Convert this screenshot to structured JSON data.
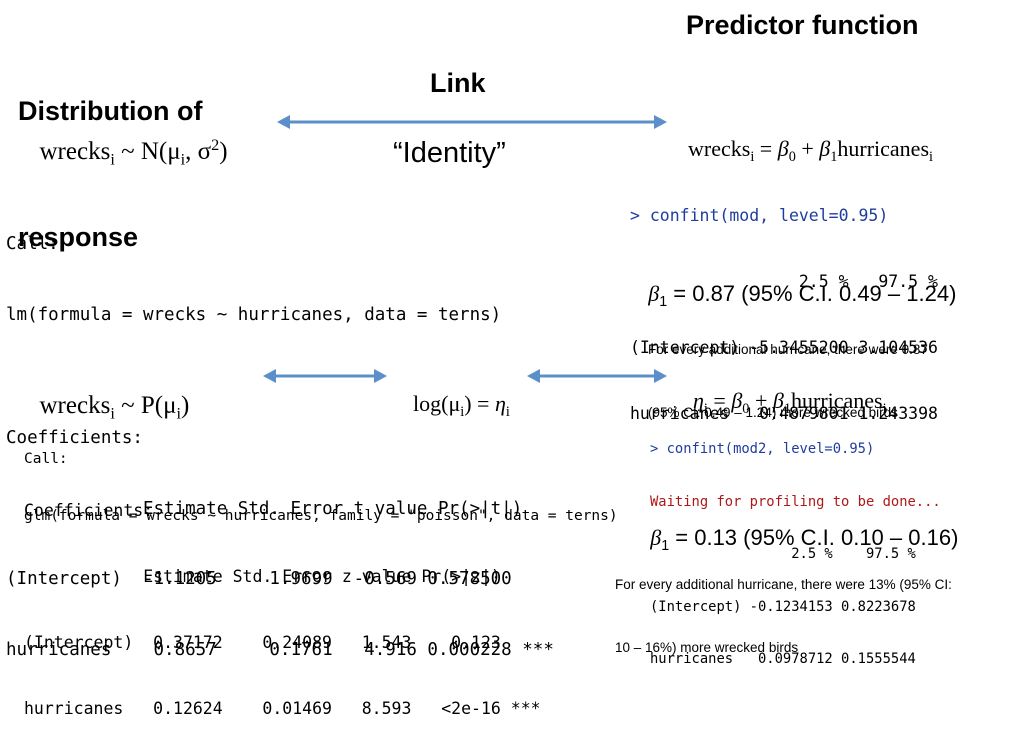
{
  "headings": {
    "distribution_line1": "Distribution of",
    "distribution_line2": "response",
    "predictor": "Predictor function",
    "link": "Link",
    "identity": "“Identity”"
  },
  "normal_model": {
    "dist_main": "wrecks",
    "dist_sub": "i",
    "dist_mid": " ~ N(μ",
    "dist_sub2": "i",
    "dist_comma": ", σ",
    "dist_sup": "2",
    "dist_close": ")",
    "pred_main": "wrecks",
    "pred_sub": "i",
    "pred_eq": " = ",
    "pred_b0": "β",
    "pred_b0_sub": "0",
    "pred_plus": " + ",
    "pred_b1": "β",
    "pred_b1_sub": "1",
    "pred_var": "hurricanes",
    "pred_var_sub": "i",
    "lm_call": [
      "Call:",
      "lm(formula = wrecks ~ hurricanes, data = terns)",
      "",
      "Coefficients:",
      "             Estimate Std. Error t value Pr(>|t|)",
      "(Intercept)  -1.1205     1.9699  -0.569 0.578500",
      "hurricanes    0.8657     0.1761   4.916 0.000228 ***"
    ],
    "confint_cmd": "> confint(mod, level=0.95)",
    "confint_rows": [
      "                 2.5 %   97.5 %",
      "(Intercept) -5.3455200 3.104536",
      "hurricanes   0.4879801 1.243398"
    ],
    "beta_symbol": "β",
    "beta_sub": "1",
    "beta_text": " = 0.87 (95% C.I. 0.49 – 1.24)",
    "note_line1": "For every additional hurricane, there were 0.87",
    "note_line2": "(95% CI: 0.49 – 1.24) more wrecked birds"
  },
  "poisson_model": {
    "dist_main": "wrecks",
    "dist_sub": "i",
    "dist_mid": " ~ P(μ",
    "dist_sub2": "i",
    "dist_close": ")",
    "link_log": "log(μ",
    "link_log_sub": "i",
    "link_close": ") = ",
    "link_eta": "η",
    "link_eta_sub": "i",
    "pred_eta": "η",
    "pred_eta_sub": "i",
    "pred_eq": " = ",
    "pred_b0": "β",
    "pred_b0_sub": "0",
    "pred_plus": " + ",
    "pred_b1": "β",
    "pred_b1_sub": "1",
    "pred_var": "hurricanes",
    "pred_var_sub": "i",
    "glm_call": [
      "Call:",
      "glm(formula = wrecks ~ hurricanes, family = \"poisson\", data = terns)"
    ],
    "coef_rows": [
      "Coefficients:",
      "            Estimate Std. Error z value Pr(>|z|)",
      "(Intercept)  0.37172    0.24089   1.543    0.123",
      "hurricanes   0.12624    0.01469   8.593   <2e-16 ***"
    ],
    "confint_cmd": "> confint(mod2, level=0.95)",
    "confint_wait": "Waiting for profiling to be done...",
    "confint_rows": [
      "                 2.5 %    97.5 %",
      "(Intercept) -0.1234153 0.8223678",
      "hurricanes   0.0978712 0.1555544"
    ],
    "beta_symbol": "β",
    "beta_sub": "1",
    "beta_text": " = 0.13 (95% C.I. 0.10 – 0.16)",
    "note_line1": "For every additional hurricane, there were 13% (95% CI:",
    "note_line2": "10 – 16%) more wrecked birds"
  },
  "colors": {
    "arrow": "#5b8fc9",
    "console_blue": "#1f3d9e",
    "console_red": "#b01818"
  }
}
